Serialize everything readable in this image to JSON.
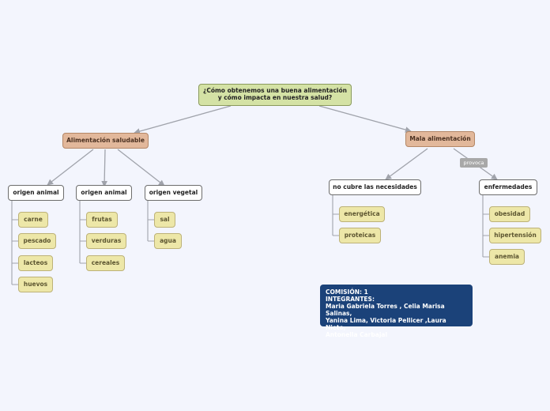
{
  "root": {
    "line1": "¿Cómo obtenemos una buena alimentación",
    "line2": "y cómo impacta en nuestra salud?"
  },
  "branches": {
    "saludable": "Alimentación saludable",
    "mala": "Mala alimentación"
  },
  "groups": {
    "animal": "origen animal",
    "origen2": "origen animal",
    "vegetal": "origen vegetal",
    "necesidades": "no cubre las necesidades",
    "enfermedades": "enfermedades"
  },
  "leaves": {
    "animal": [
      "carne",
      "pescado",
      "lacteos",
      "huevos"
    ],
    "origen2": [
      "frutas",
      "verduras",
      "cereales"
    ],
    "vegetal": [
      "sal",
      "agua"
    ],
    "necesidades": [
      "energética",
      "proteicas"
    ],
    "enfermedades": [
      "obesidad",
      "hipertensión",
      "anemia"
    ]
  },
  "relation_label": "provoca",
  "note": {
    "line1": "COMISIÓN: 1",
    "line2": "INTEGRANTES:",
    "line3": "Maria Gabriela Torres , Celia Marisa Salinas,",
    "line4": "Yanina Lima, Victoria Pellicer ,Laura Nieto,",
    "line5": "Antonella Carbajal"
  },
  "colors": {
    "root": "#d4e2a5",
    "branch": "#e2b89b",
    "leaf": "#ede7a8",
    "note": "#1b4279",
    "connector": "#a0a3ab"
  }
}
